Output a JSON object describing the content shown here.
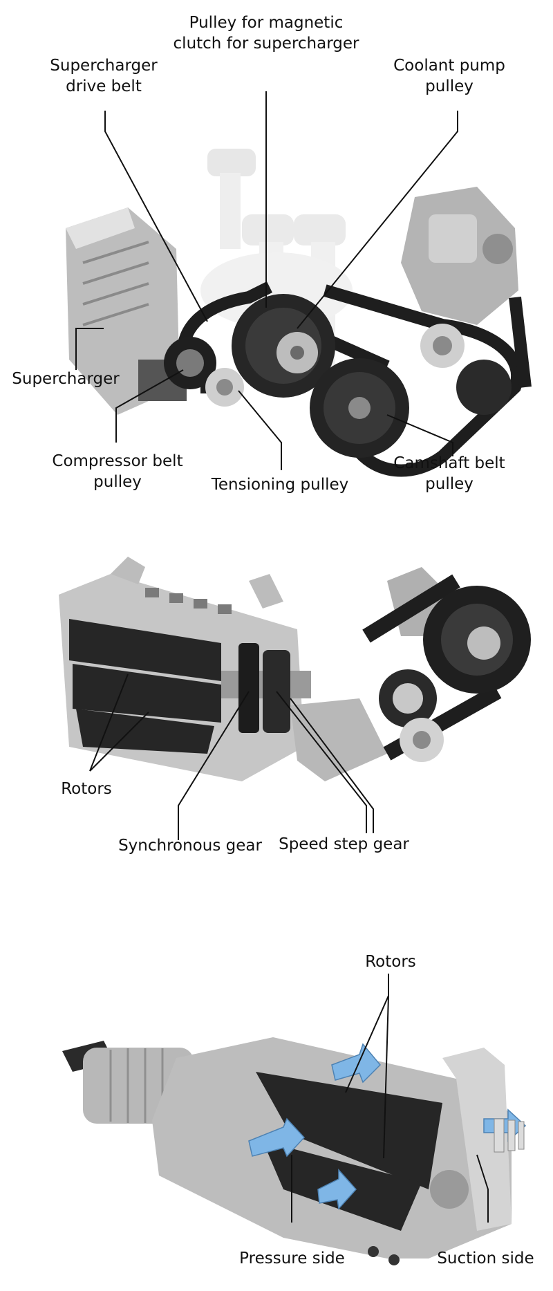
{
  "figure1": {
    "labels": {
      "magnetic_clutch_pulley_l1": "Pulley for magnetic",
      "magnetic_clutch_pulley_l2": "clutch for supercharger",
      "drive_belt_l1": "Supercharger",
      "drive_belt_l2": "drive belt",
      "coolant_pump_l1": "Coolant pump",
      "coolant_pump_l2": "pulley",
      "supercharger": "Supercharger",
      "compressor_pulley_l1": "Compressor belt",
      "compressor_pulley_l2": "pulley",
      "tensioning_pulley": "Tensioning pulley",
      "camshaft_pulley_l1": "Camshaft belt",
      "camshaft_pulley_l2": "pulley"
    }
  },
  "figure2": {
    "labels": {
      "rotors": "Rotors",
      "synchronous_gear": "Synchronous gear",
      "speed_step_gear": "Speed step gear"
    }
  },
  "figure3": {
    "labels": {
      "rotors": "Rotors",
      "pressure_side": "Pressure side",
      "suction_side": "Suction side"
    }
  },
  "colors": {
    "line": "#111111",
    "metal_light": "#d9d9d9",
    "metal_mid": "#a8a8a8",
    "metal_dark": "#6e6e6e",
    "belt": "#1e1e1e",
    "rotor": "#2a2a2a",
    "airflow": "#7fb6e6"
  }
}
